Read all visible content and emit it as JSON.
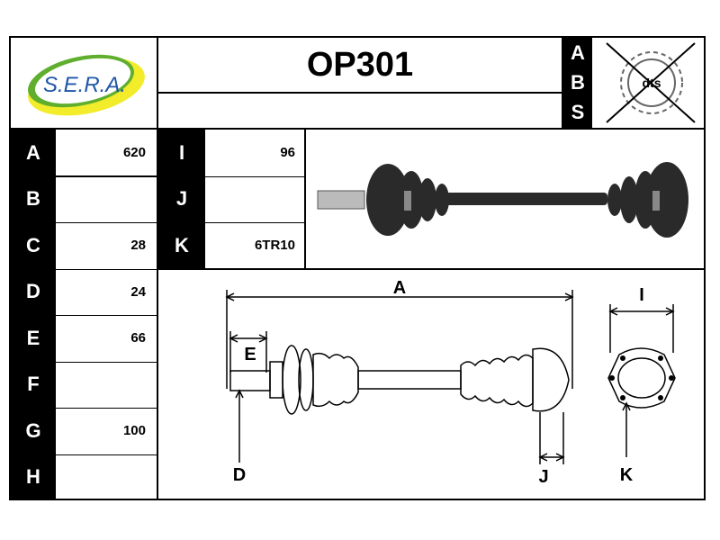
{
  "header": {
    "logo_text": "S.E.R.A.",
    "part_number": "OP301",
    "abs_letters": [
      "A",
      "B",
      "S"
    ],
    "dts_label": "dts"
  },
  "specs_left": [
    {
      "label": "A",
      "value": "620"
    },
    {
      "label": "B",
      "value": ""
    },
    {
      "label": "C",
      "value": "28"
    },
    {
      "label": "D",
      "value": "24"
    },
    {
      "label": "E",
      "value": "66"
    },
    {
      "label": "F",
      "value": ""
    },
    {
      "label": "G",
      "value": "100"
    },
    {
      "label": "H",
      "value": ""
    }
  ],
  "specs_right": [
    {
      "label": "I",
      "value": "96"
    },
    {
      "label": "J",
      "value": ""
    },
    {
      "label": "K",
      "value": "6TR10"
    }
  ],
  "diagram_labels": {
    "a": "A",
    "e": "E",
    "d": "D",
    "j": "J",
    "i": "I",
    "k": "K"
  }
}
